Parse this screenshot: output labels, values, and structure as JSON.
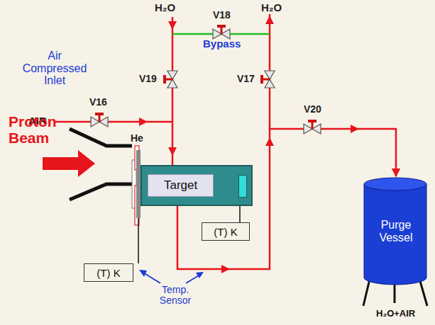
{
  "diagram": {
    "nodes": [
      {
        "text": [
          "Target"
        ]
      },
      {
        "text": [
          "(T) K"
        ]
      },
      {
        "text": [
          "(T) K"
        ]
      },
      {
        "text": [
          "Purge Vessel"
        ]
      }
    ],
    "edges": [
      {
        "from": 0,
        "to": 1,
        "arrow": "none"
      },
      {
        "from": 0,
        "to": 3,
        "arrow": "to"
      }
    ],
    "labels": [
      "H₂O",
      "H₂O",
      "V18",
      "Bypass",
      "V19",
      "V17",
      "Air Compressed Inlet",
      "AIR",
      "V16",
      "V20",
      "Proton Beam",
      "He",
      "Temp. Sensor",
      "H₂O+AIR"
    ]
  }
}
